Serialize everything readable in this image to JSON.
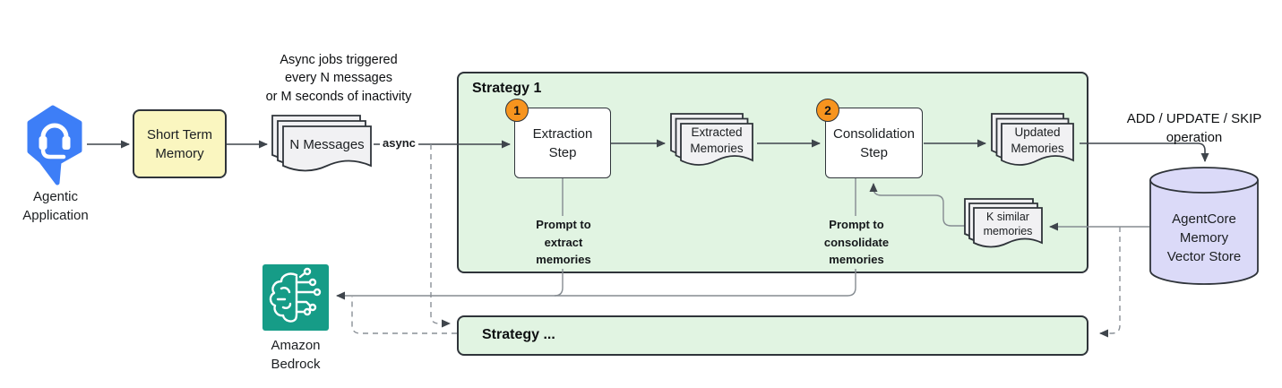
{
  "diagram": {
    "agentic_app": {
      "label": [
        "Agentic",
        "Application"
      ]
    },
    "short_term_memory": {
      "label": [
        "Short Term",
        "Memory"
      ]
    },
    "async_note": {
      "text": [
        "Async jobs triggered",
        "every N messages",
        "or M seconds of inactivity"
      ]
    },
    "n_messages": {
      "label": "N Messages"
    },
    "async_edge_label": "async",
    "strategy1": {
      "title": "Strategy 1",
      "badge1": "1",
      "extraction_step": {
        "label": [
          "Extraction",
          "Step"
        ]
      },
      "extracted_memories": {
        "label": [
          "Extracted",
          "Memories"
        ]
      },
      "badge2": "2",
      "consolidation_step": {
        "label": [
          "Consolidation",
          "Step"
        ]
      },
      "updated_memories": {
        "label": [
          "Updated",
          "Memories"
        ]
      },
      "prompt_extract": {
        "text": [
          "Prompt to",
          "extract",
          "memories"
        ]
      },
      "prompt_consolidate": {
        "text": [
          "Prompt to",
          "consolidate",
          "memories"
        ]
      },
      "k_similar_memories": {
        "label": [
          "K similar",
          "memories"
        ]
      }
    },
    "add_update_skip": {
      "text": [
        "ADD / UPDATE / SKIP",
        "operation"
      ]
    },
    "vector_store": {
      "label": [
        "AgentCore",
        "Memory",
        "Vector Store"
      ]
    },
    "amazon_bedrock": {
      "label": [
        "Amazon",
        "Bedrock"
      ]
    },
    "strategy_more": {
      "title": "Strategy ..."
    }
  },
  "colors": {
    "strategy_fill": "#e1f4e2",
    "memory_fill": "#faf6c0",
    "doc_fill": "#f1f1f3",
    "vector_fill": "#dbdaf8",
    "badge_fill": "#f7941e",
    "app_blue": "#3d7ef7",
    "bedrock_teal": "#169c87",
    "border": "#2f343a",
    "arrow": "#3f454c",
    "line_light": "#858b91",
    "dashed": "#8a9097"
  }
}
